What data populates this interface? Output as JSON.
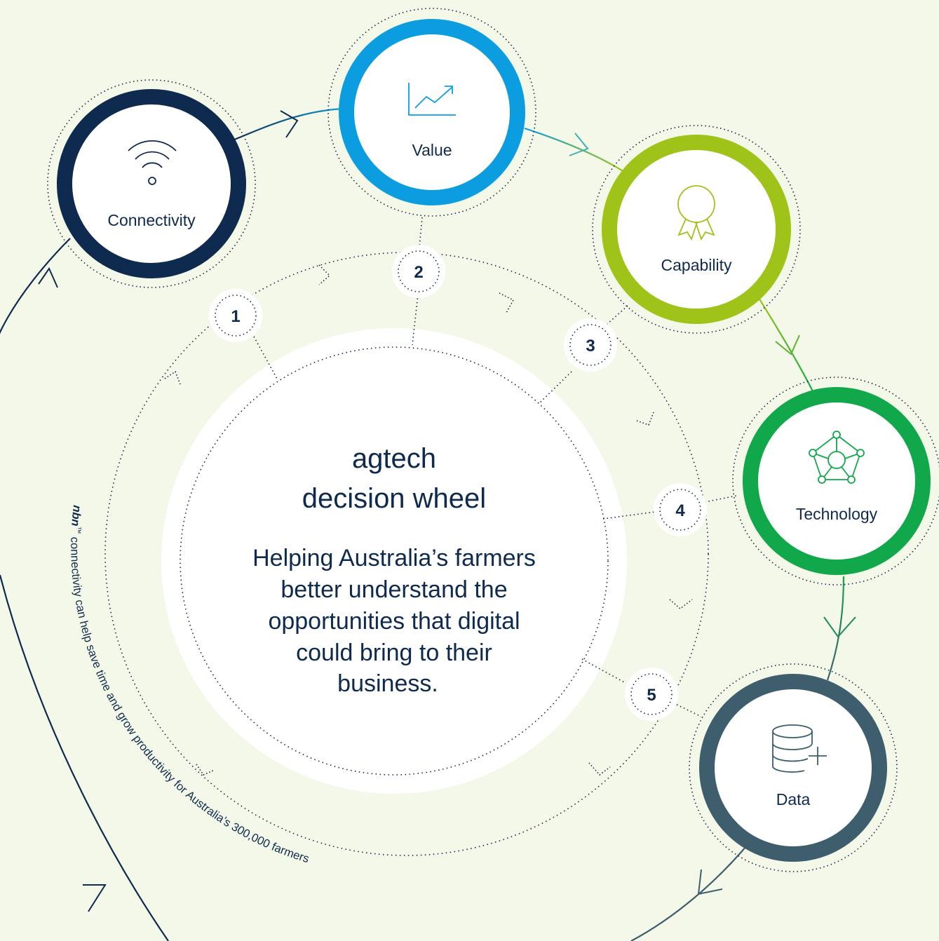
{
  "title": {
    "line1": "agtech",
    "line2": "decision wheel"
  },
  "description": {
    "lines": [
      "Helping Australia’s farmers",
      "better understand the",
      "opportunities that digital",
      "could bring to their",
      "business."
    ]
  },
  "nodes": [
    {
      "label": "Connectivity",
      "icon": "wifi-icon",
      "color": "#0f2a4f"
    },
    {
      "label": "Value",
      "icon": "trending-chart-icon",
      "color": "#0c9de0"
    },
    {
      "label": "Capability",
      "icon": "award-ribbon-icon",
      "color": "#a0c31a"
    },
    {
      "label": "Technology",
      "icon": "network-pentagon-icon",
      "color": "#10a84a"
    },
    {
      "label": "Data",
      "icon": "database-add-icon",
      "color": "#3e5e6e"
    }
  ],
  "steps": [
    "1",
    "2",
    "3",
    "4",
    "5"
  ],
  "arc_text": {
    "brand": "nbn",
    "trademark": "™",
    "rest": " connectivity can help save time and grow productivity for Australia’s 300,000 farmers"
  },
  "colors": {
    "background": "#f4f8e8",
    "navy": "#0f2a4f",
    "blue": "#0c9de0",
    "lime": "#a0c31a",
    "green": "#10a84a",
    "slate": "#3e5e6e"
  }
}
